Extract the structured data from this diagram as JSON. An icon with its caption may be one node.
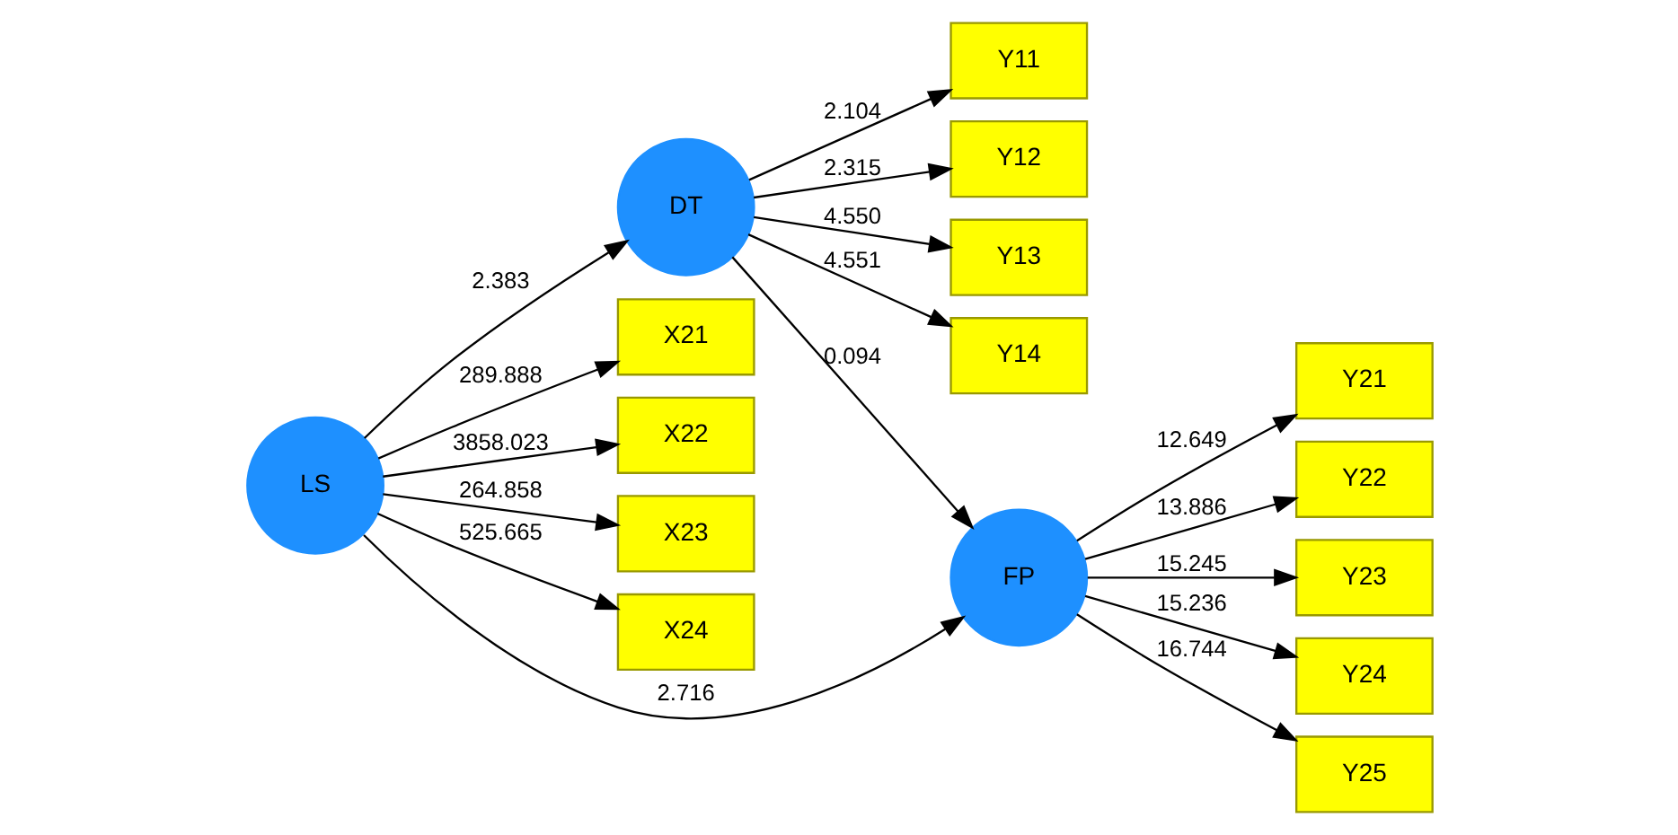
{
  "diagram": {
    "nodes": [
      {
        "text": [
          "Y11"
        ]
      },
      {
        "text": [
          "Y12"
        ]
      },
      {
        "text": [
          "Y13"
        ]
      },
      {
        "text": [
          "Y14"
        ]
      },
      {
        "text": [
          "DT"
        ]
      },
      {
        "text": [
          "X21"
        ]
      },
      {
        "text": [
          "X22"
        ]
      },
      {
        "text": [
          "X23"
        ]
      },
      {
        "text": [
          "X24"
        ]
      },
      {
        "text": [
          "LS"
        ]
      },
      {
        "text": [
          "FP"
        ]
      },
      {
        "text": [
          "Y21"
        ]
      },
      {
        "text": [
          "Y22"
        ]
      },
      {
        "text": [
          "Y23"
        ]
      },
      {
        "text": [
          "Y24"
        ]
      },
      {
        "text": [
          "Y25"
        ]
      }
    ],
    "edges": [
      {
        "from": 4,
        "to": 0,
        "arrow": "to",
        "label": "2.104"
      },
      {
        "from": 4,
        "to": 1,
        "arrow": "to",
        "label": "2.315"
      },
      {
        "from": 4,
        "to": 2,
        "arrow": "to",
        "label": "4.550"
      },
      {
        "from": 4,
        "to": 3,
        "arrow": "to",
        "label": "4.551"
      },
      {
        "from": 9,
        "to": 4,
        "arrow": "to",
        "label": "2.383"
      },
      {
        "from": 4,
        "to": 10,
        "arrow": "to",
        "label": "0.094"
      },
      {
        "from": 9,
        "to": 10,
        "arrow": "to",
        "label": "2.716"
      },
      {
        "from": 9,
        "to": 5,
        "arrow": "to",
        "label": "289.888"
      },
      {
        "from": 9,
        "to": 6,
        "arrow": "to",
        "label": "3858.023"
      },
      {
        "from": 9,
        "to": 7,
        "arrow": "to",
        "label": "264.858"
      },
      {
        "from": 9,
        "to": 8,
        "arrow": "to",
        "label": "525.665"
      },
      {
        "from": 10,
        "to": 11,
        "arrow": "to",
        "label": "12.649"
      },
      {
        "from": 10,
        "to": 12,
        "arrow": "to",
        "label": "13.886"
      },
      {
        "from": 10,
        "to": 13,
        "arrow": "to",
        "label": "15.245"
      },
      {
        "from": 10,
        "to": 14,
        "arrow": "to",
        "label": "15.236"
      },
      {
        "from": 10,
        "to": 15,
        "arrow": "to",
        "label": "16.744"
      }
    ]
  }
}
